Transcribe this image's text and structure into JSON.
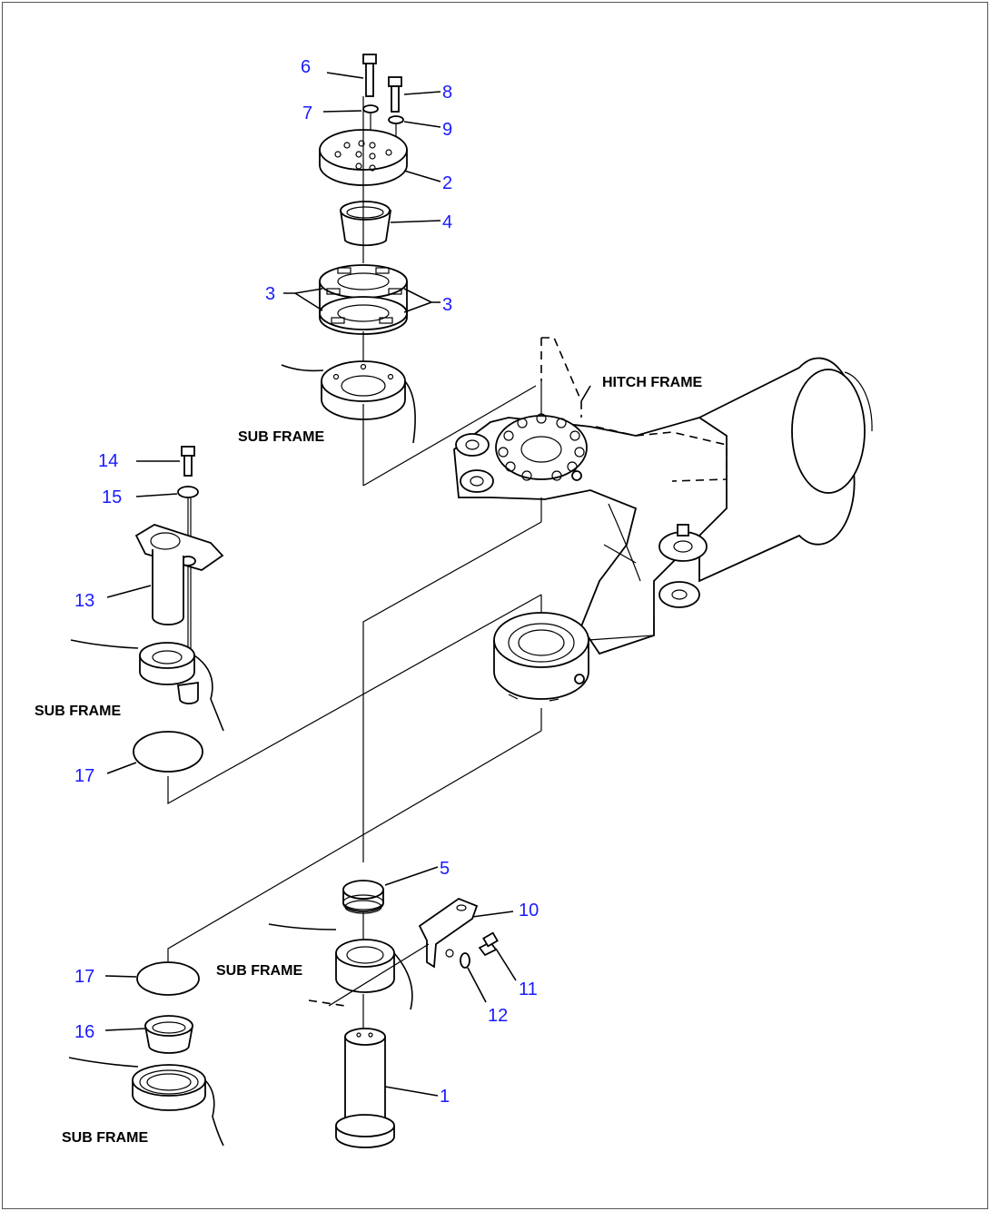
{
  "labels": {
    "hitch_frame": "HITCH FRAME",
    "sub_frame": "SUB FRAME"
  },
  "parts": {
    "p1": "1",
    "p2": "2",
    "p3": "3",
    "p4": "4",
    "p5": "5",
    "p6": "6",
    "p7": "7",
    "p8": "8",
    "p9": "9",
    "p10": "10",
    "p11": "11",
    "p12": "12",
    "p13": "13",
    "p14": "14",
    "p15": "15",
    "p16": "16",
    "p17": "17"
  },
  "colors": {
    "part_number": "#1a1aff",
    "line": "#000000"
  }
}
